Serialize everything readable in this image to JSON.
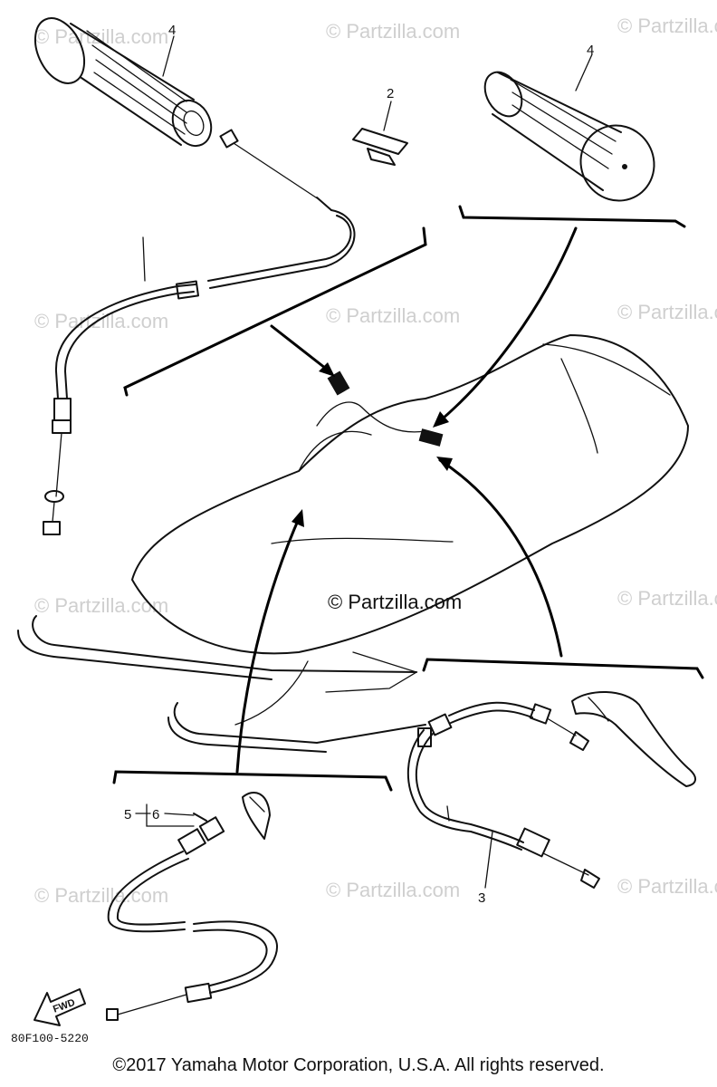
{
  "watermark": "© Partzilla.com",
  "center_watermark": "© Partzilla.com",
  "diagram_code": "80F100-5220",
  "fwd_label": "FWD",
  "copyright": "©2017  Yamaha Motor Corporation, U.S.A. All rights reserved.",
  "callouts": {
    "grip_left": "4",
    "grip_right": "4",
    "clip": "2",
    "brake_cable": "3",
    "item5": "5",
    "item6": "6"
  }
}
